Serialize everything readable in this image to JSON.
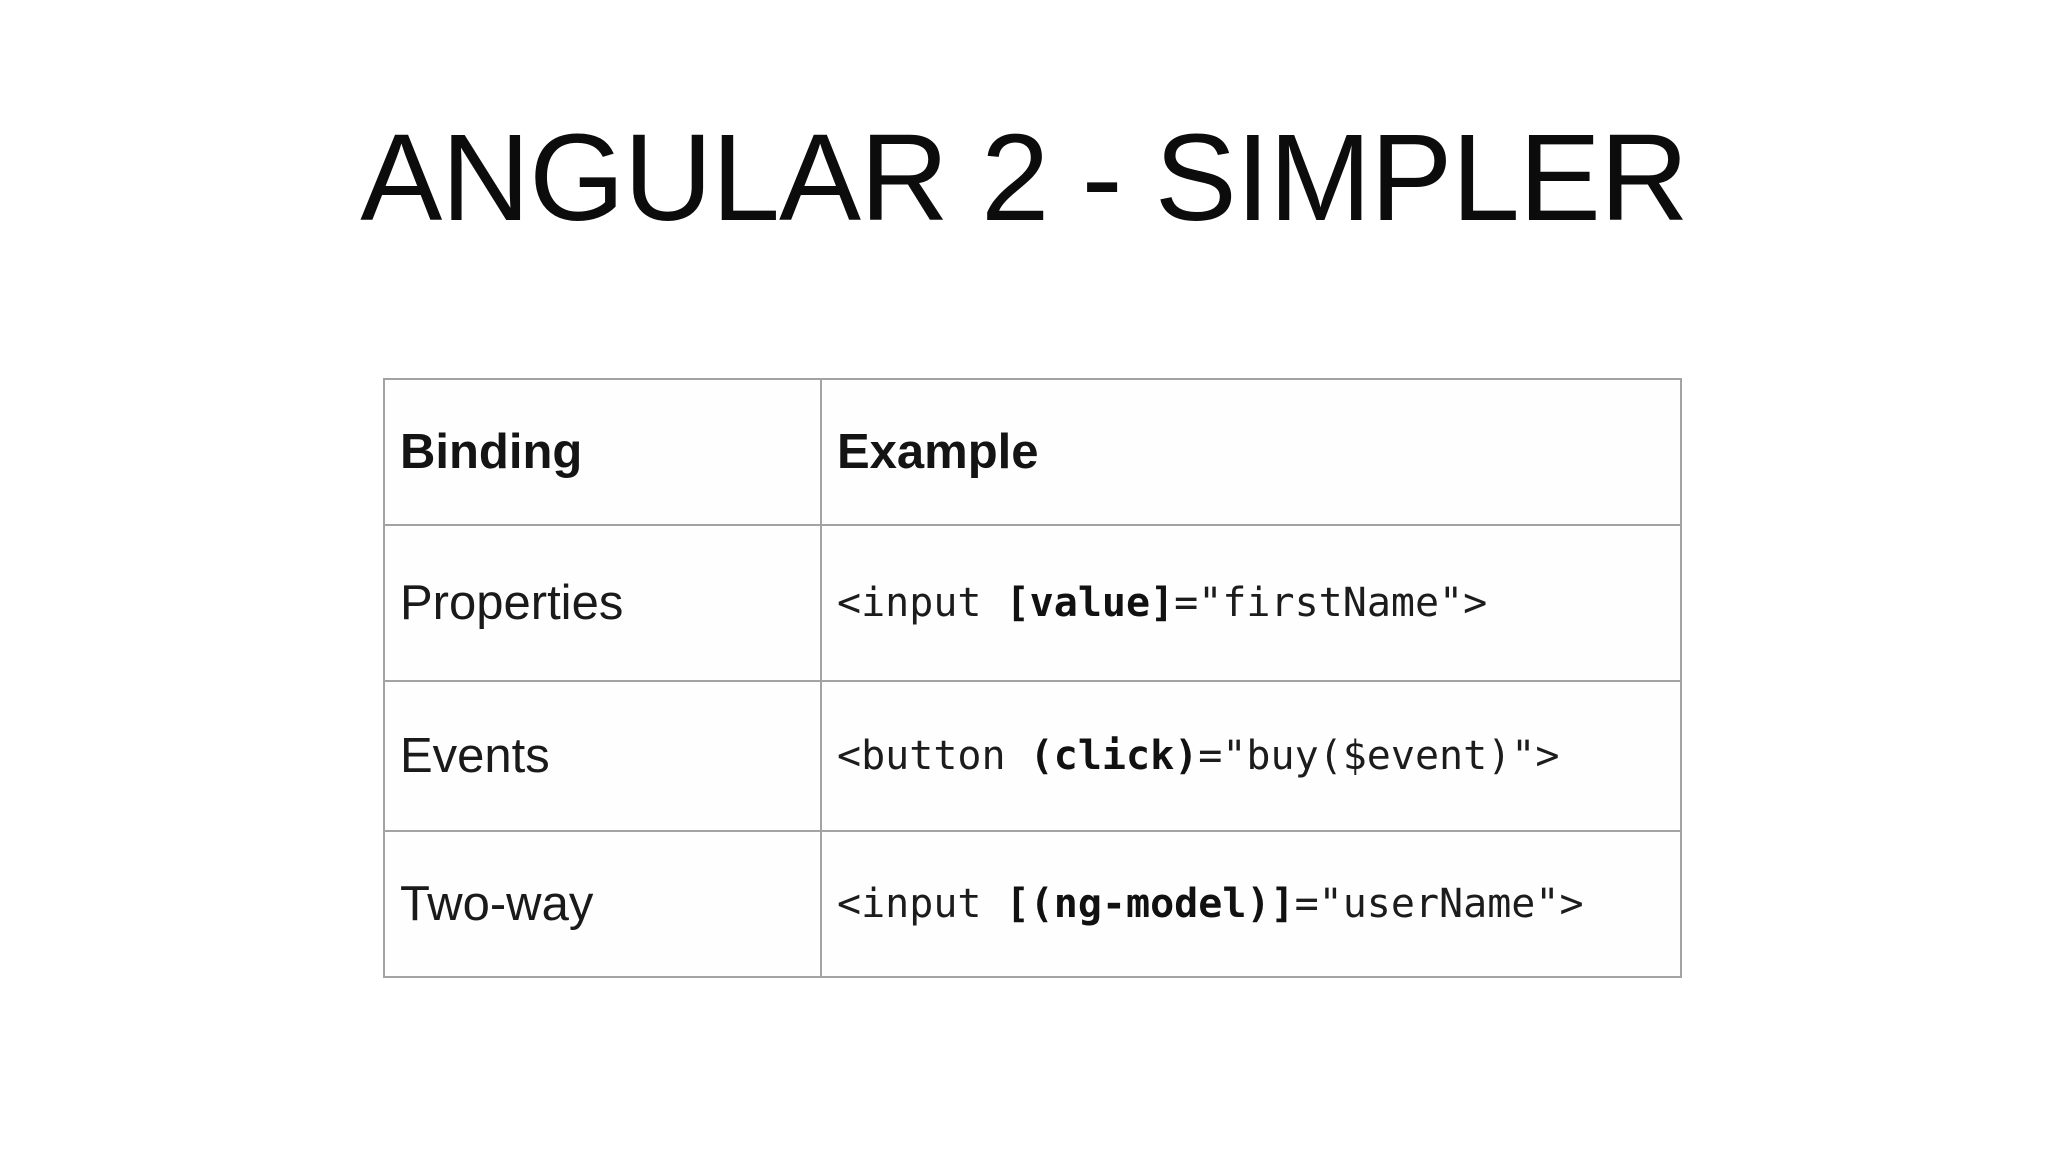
{
  "title": "ANGULAR 2 - SIMPLER",
  "table": {
    "headers": {
      "binding": "Binding",
      "example": "Example"
    },
    "rows": [
      {
        "binding": "Properties",
        "code_pre": "<input ",
        "code_bold": "[value]",
        "code_post": "=\"firstName\">"
      },
      {
        "binding": "Events",
        "code_pre": "<button ",
        "code_bold": "(click)",
        "code_post": "=\"buy($event)\">"
      },
      {
        "binding": "Two-way",
        "code_pre": "<input ",
        "code_bold": "[(ng-model)]",
        "code_post": "=\"userName\">"
      }
    ]
  },
  "colors": {
    "background": "#ffffff",
    "text": "#141414",
    "table_border": "#a3a3a3"
  }
}
